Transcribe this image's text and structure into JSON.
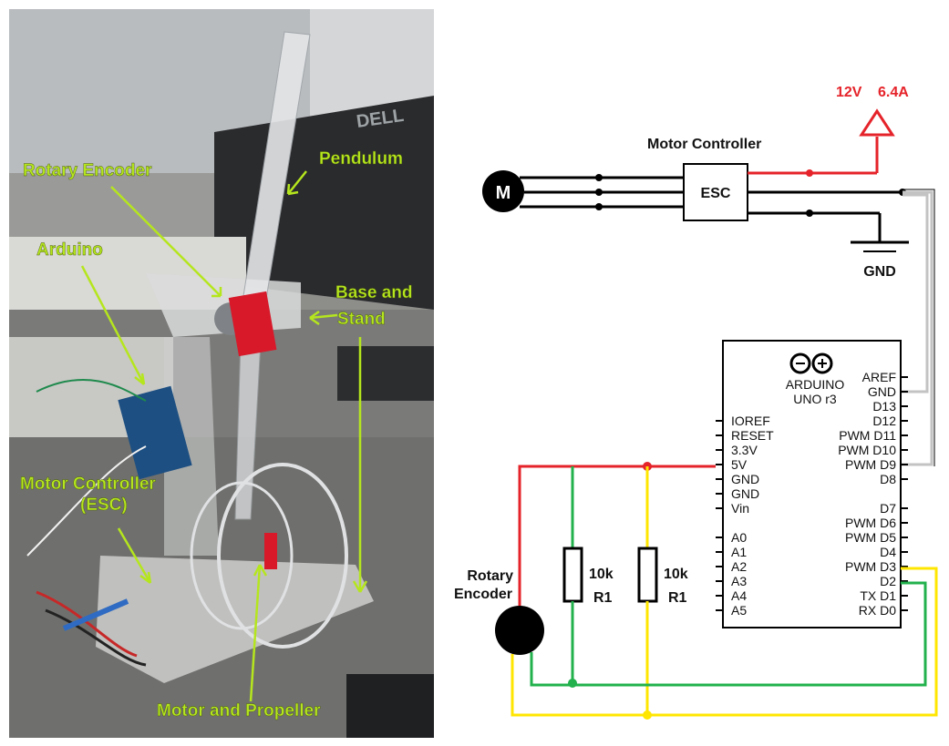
{
  "photo": {
    "labels": {
      "rotary_encoder": "Rotary Encoder",
      "pendulum": "Pendulum",
      "arduino": "Arduino",
      "base_stand_1": "Base and",
      "base_stand_2": "Stand",
      "motor_controller": "Motor Controller",
      "esc": "(ESC)",
      "motor_propeller": "Motor and Propeller"
    },
    "monitor_brand": "DELL"
  },
  "schematic": {
    "power": {
      "voltage": "12V",
      "current": "6.4A"
    },
    "motor_label": "M",
    "motor_controller_title": "Motor Controller",
    "esc_label": "ESC",
    "gnd_label": "GND",
    "arduino": {
      "logo_text": "ARDUINO",
      "model": "UNO r3",
      "left_pins": [
        "IOREF",
        "RESET",
        "3.3V",
        "5V",
        "GND",
        "GND",
        "Vin",
        "A0",
        "A1",
        "A2",
        "A3",
        "A4",
        "A5"
      ],
      "right_pins": [
        "AREF",
        "GND",
        "D13",
        "D12",
        "PWM D11",
        "PWM D10",
        "PWM D9",
        "D8",
        "D7",
        "PWM D6",
        "PWM D5",
        "D4",
        "PWM D3",
        "D2",
        "TX D1",
        "RX D0"
      ]
    },
    "encoder_label_1": "Rotary",
    "encoder_label_2": "Encoder",
    "resistors": [
      {
        "value": "10k",
        "name": "R1"
      },
      {
        "value": "10k",
        "name": "R1"
      }
    ]
  },
  "colors": {
    "red_wire": "#e5232a",
    "green_wire": "#22b14c",
    "yellow_wire": "#ffe600",
    "gray_wire": "#c3c3c3",
    "label_green": "#b5e61d"
  }
}
